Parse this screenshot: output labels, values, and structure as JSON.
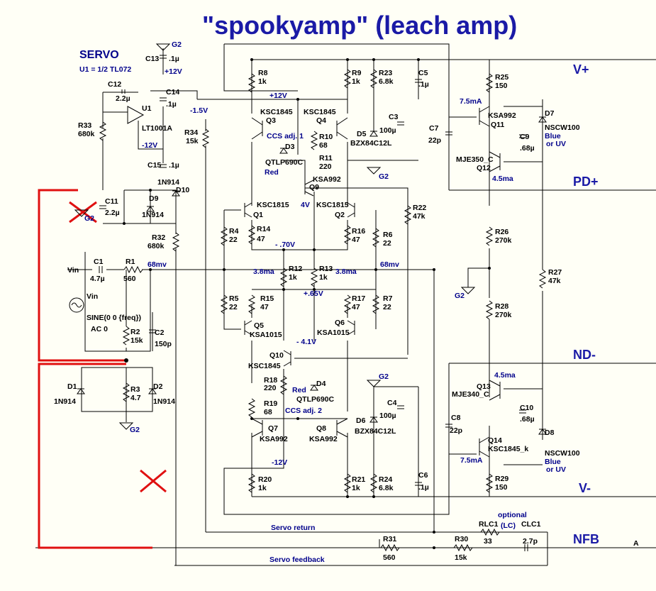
{
  "title": "\"spookyamp\" (leach amp)",
  "servo": {
    "label": "SERVO",
    "u1_note": "U1 = 1/2 TL072"
  },
  "rails": {
    "v_plus": "V+",
    "pd_plus": "PD+",
    "nd_minus": "ND-",
    "v_minus": "V-",
    "nfb": "NFB",
    "a": "A"
  },
  "wires": {
    "servo_return": "Servo return",
    "servo_feedback": "Servo feedback"
  },
  "notes": {
    "optional": "optional",
    "lc": "(LC)"
  },
  "voltages": {
    "p12_top": "+12V",
    "p12_mid": "+12V",
    "m12_servo": "-12V",
    "m12_bottom": "-12V",
    "m15": "-1.5V",
    "v4": "4V",
    "m070": "- .70V",
    "m41": "- 4.1V",
    "p065": "+.65V",
    "mv68_left": "68mv",
    "mv68_right": "68mv",
    "i38_left": "3.8ma",
    "i38_right": "3.8ma",
    "i75_top": "7.5mA",
    "i45_top": "4.5ma",
    "i45_bot": "4.5ma",
    "i75_bot": "7.5mA"
  },
  "ground_labels": {
    "g13": "G2",
    "g11": "G2",
    "g3": "G2",
    "gd1": "G2",
    "gc4": "G2",
    "gmid": "G2"
  },
  "vin": {
    "node": "Vin",
    "source": "Vin",
    "sine": "SINE(0 0 {freq})",
    "ac": "AC 0"
  },
  "components": {
    "R8": [
      "R8",
      "1k"
    ],
    "R9": [
      "R9",
      "1k"
    ],
    "R23": [
      "R23",
      "6.8k"
    ],
    "C5": [
      "C5",
      ".1µ"
    ],
    "R25": [
      "R25",
      "150"
    ],
    "C13": [
      "C13",
      ".1µ"
    ],
    "C12": [
      "C12",
      "2.2µ"
    ],
    "C14": [
      "C14",
      ".1µ"
    ],
    "U1": [
      "U1",
      "LT1001A"
    ],
    "R33": [
      "R33",
      "680k"
    ],
    "R34": [
      "R34",
      "15k"
    ],
    "C15": [
      "C15",
      ".1µ"
    ],
    "D10": [
      "D10",
      "1N914"
    ],
    "D9": [
      "D9",
      "1N914"
    ],
    "C11": [
      "C11",
      "2.2µ"
    ],
    "R32": [
      "R32",
      "680k"
    ],
    "C1": [
      "C1",
      "4.7µ"
    ],
    "R1": [
      "R1",
      "560"
    ],
    "R2": [
      "R2",
      "15k"
    ],
    "C2": [
      "C2",
      "150p"
    ],
    "D1": [
      "D1",
      "1N914"
    ],
    "R3": [
      "R3",
      "4.7"
    ],
    "D2": [
      "D2",
      "1N914"
    ],
    "Q3": [
      "Q3",
      "KSC1845"
    ],
    "Q4": [
      "Q4",
      "KSC1845"
    ],
    "CCS1": [
      "CCS adj. 1",
      ""
    ],
    "D3": [
      "D3",
      "QTLP690C"
    ],
    "D3c": [
      "Red",
      ""
    ],
    "R10": [
      "R10",
      "68"
    ],
    "R11": [
      "R11",
      "220"
    ],
    "Q9": [
      "Q9",
      "KSA992"
    ],
    "C3": [
      "C3",
      "100µ"
    ],
    "D5": [
      "D5",
      "BZX84C12L"
    ],
    "Q1": [
      "Q1",
      "KSC1815"
    ],
    "Q2": [
      "Q2",
      "KSC1815"
    ],
    "R4": [
      "R4",
      "22"
    ],
    "R14": [
      "R14",
      "47"
    ],
    "R16": [
      "R16",
      "47"
    ],
    "R6": [
      "R6",
      "22"
    ],
    "R22": [
      "R22",
      "47k"
    ],
    "R12": [
      "R12",
      "1k"
    ],
    "R13": [
      "R13",
      "1k"
    ],
    "R5": [
      "R5",
      "22"
    ],
    "R15": [
      "R15",
      "47"
    ],
    "R17": [
      "R17",
      "47"
    ],
    "R7": [
      "R7",
      "22"
    ],
    "Q5": [
      "Q5",
      "KSA1015"
    ],
    "Q6": [
      "Q6",
      "KSA1015"
    ],
    "Q10": [
      "Q10",
      "KSC1845"
    ],
    "R18": [
      "R18",
      "220"
    ],
    "D4": [
      "D4",
      "QTLP690C"
    ],
    "D4c": [
      "Red",
      ""
    ],
    "R19": [
      "R19",
      "68"
    ],
    "CCS2": [
      "CCS adj. 2",
      ""
    ],
    "Q7": [
      "Q7",
      "KSA992"
    ],
    "Q8": [
      "Q8",
      "KSA992"
    ],
    "C4": [
      "C4",
      "100µ"
    ],
    "D6": [
      "D6",
      "BZX84C12L"
    ],
    "R20": [
      "R20",
      "1k"
    ],
    "R21": [
      "R21",
      "1k"
    ],
    "R24": [
      "R24",
      "6.8k"
    ],
    "C6": [
      "C6",
      ".1µ"
    ],
    "Q11": [
      "Q11",
      "KSA992"
    ],
    "C7": [
      "C7",
      "22p"
    ],
    "C9": [
      "C9",
      ".68µ"
    ],
    "D7": [
      "D7",
      "NSCW100"
    ],
    "D7c": [
      "Blue",
      "or UV"
    ],
    "Q12": [
      "Q12",
      "MJE350_C"
    ],
    "R26": [
      "R26",
      "270k"
    ],
    "R27": [
      "R27",
      "47k"
    ],
    "R28": [
      "R28",
      "270k"
    ],
    "Q13": [
      "Q13",
      "MJE340_C"
    ],
    "C8": [
      "C8",
      "22p"
    ],
    "C10": [
      "C10",
      ".68µ"
    ],
    "Q14": [
      "Q14",
      "KSC1845_k"
    ],
    "D8": [
      "D8",
      "NSCW100"
    ],
    "D8c": [
      "Blue",
      "or UV"
    ],
    "R29": [
      "R29",
      "150"
    ],
    "R31": [
      "R31",
      "560"
    ],
    "R30": [
      "R30",
      "15k"
    ],
    "RLC1": [
      "RLC1",
      "33"
    ],
    "CLC1": [
      "CLC1",
      "2.7p"
    ]
  }
}
